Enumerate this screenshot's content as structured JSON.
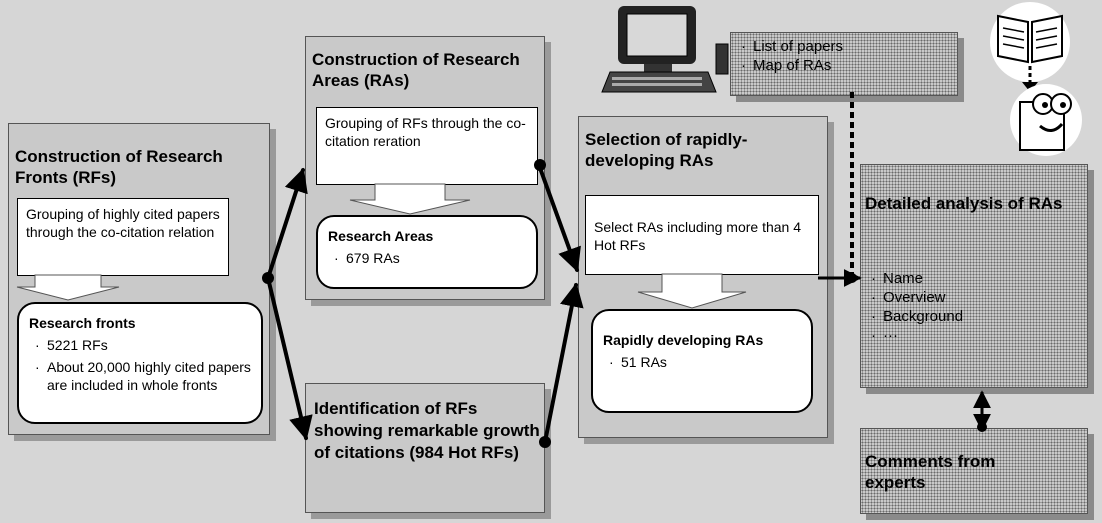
{
  "rf_panel": {
    "title": "Construction of Research Fronts (RFs)",
    "process": "Grouping of highly cited papers through the co-citation relation",
    "result_title": "Research fronts",
    "result_items": [
      "5221 RFs",
      "About 20,000 highly cited papers are included in whole fronts"
    ]
  },
  "ra_panel": {
    "title": "Construction of Research Areas (RAs)",
    "process": "Grouping of RFs through the co-citation reration",
    "result_title": "Research Areas",
    "result_items": [
      "679 RAs"
    ]
  },
  "hot_panel": {
    "title": "Identification of RFs showing remarkable growth of citations (984 Hot RFs)"
  },
  "sel_panel": {
    "title": "Selection of rapidly-developing RAs",
    "process": "Select RAs including more than 4 Hot RFs",
    "result_title": "Rapidly developing RAs",
    "result_items": [
      "51 RAs"
    ]
  },
  "output_box": {
    "items": [
      "List of papers",
      "Map of RAs"
    ]
  },
  "detail_panel": {
    "title": "Detailed analysis of RAs",
    "items": [
      "Name",
      "Overview",
      "Background",
      "···"
    ]
  },
  "expert_panel": {
    "title": "Comments from experts"
  },
  "icons": [
    "computer-icon",
    "book-icon",
    "expert-reader-icon"
  ]
}
